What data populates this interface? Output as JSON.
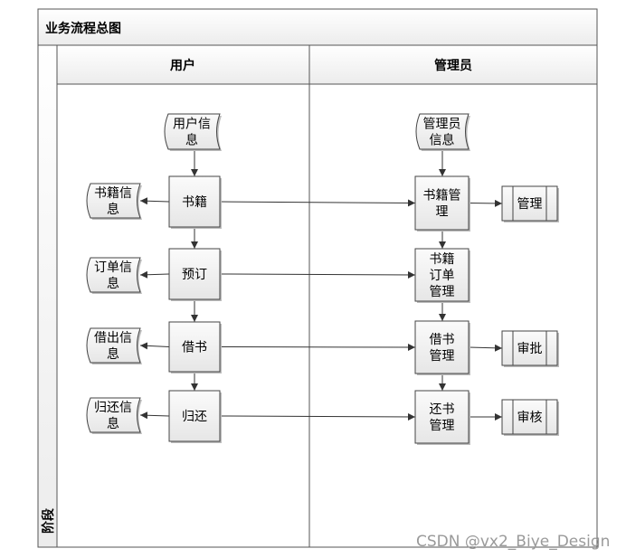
{
  "diagram": {
    "title": "业务流程总图",
    "stage_label": "阶段",
    "lanes": [
      {
        "id": "user",
        "label": "用户"
      },
      {
        "id": "admin",
        "label": "管理员"
      }
    ],
    "nodes": {
      "user_info": {
        "lines": [
          "用户信",
          "息"
        ],
        "shape": "document"
      },
      "books": {
        "lines": [
          "书籍"
        ],
        "shape": "process"
      },
      "reserve": {
        "lines": [
          "预订"
        ],
        "shape": "process"
      },
      "borrow": {
        "lines": [
          "借书"
        ],
        "shape": "process"
      },
      "return_book": {
        "lines": [
          "归还"
        ],
        "shape": "process"
      },
      "book_info": {
        "lines": [
          "书籍信",
          "息"
        ],
        "shape": "document"
      },
      "order_info": {
        "lines": [
          "订单信",
          "息"
        ],
        "shape": "document"
      },
      "borrow_info": {
        "lines": [
          "借出信",
          "息"
        ],
        "shape": "document"
      },
      "return_info": {
        "lines": [
          "归还信",
          "息"
        ],
        "shape": "document"
      },
      "admin_info": {
        "lines": [
          "管理员",
          "信息"
        ],
        "shape": "document"
      },
      "book_mgmt": {
        "lines": [
          "书籍管",
          "理"
        ],
        "shape": "process"
      },
      "order_mgmt": {
        "lines": [
          "书籍",
          "订单",
          "管理"
        ],
        "shape": "process"
      },
      "borrow_mgmt": {
        "lines": [
          "借书",
          "管理"
        ],
        "shape": "process"
      },
      "return_mgmt": {
        "lines": [
          "还书",
          "管理"
        ],
        "shape": "process"
      },
      "manage": {
        "lines": [
          "管理"
        ],
        "shape": "subprocess"
      },
      "approve": {
        "lines": [
          "审批"
        ],
        "shape": "subprocess"
      },
      "audit": {
        "lines": [
          "审核"
        ],
        "shape": "subprocess"
      }
    },
    "edges": [
      {
        "from": "user_info",
        "to": "books"
      },
      {
        "from": "books",
        "to": "reserve"
      },
      {
        "from": "reserve",
        "to": "borrow"
      },
      {
        "from": "borrow",
        "to": "return_book"
      },
      {
        "from": "books",
        "to": "book_info"
      },
      {
        "from": "reserve",
        "to": "order_info"
      },
      {
        "from": "borrow",
        "to": "borrow_info"
      },
      {
        "from": "return_book",
        "to": "return_info"
      },
      {
        "from": "books",
        "to": "book_mgmt"
      },
      {
        "from": "reserve",
        "to": "order_mgmt"
      },
      {
        "from": "borrow",
        "to": "borrow_mgmt"
      },
      {
        "from": "return_book",
        "to": "return_mgmt"
      },
      {
        "from": "admin_info",
        "to": "book_mgmt"
      },
      {
        "from": "book_mgmt",
        "to": "order_mgmt"
      },
      {
        "from": "order_mgmt",
        "to": "borrow_mgmt"
      },
      {
        "from": "borrow_mgmt",
        "to": "return_mgmt"
      },
      {
        "from": "book_mgmt",
        "to": "manage"
      },
      {
        "from": "borrow_mgmt",
        "to": "approve"
      },
      {
        "from": "return_mgmt",
        "to": "audit"
      }
    ]
  },
  "watermark": "CSDN @vx2_Biye_Design"
}
